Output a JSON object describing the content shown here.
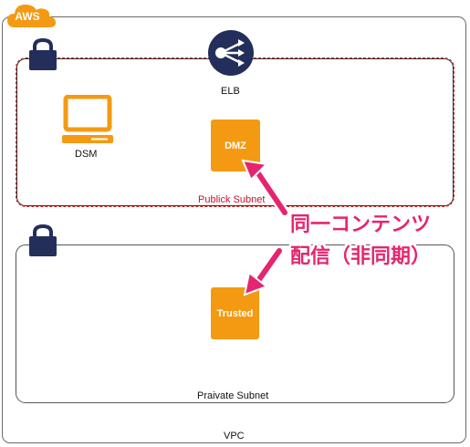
{
  "aws_badge": "AWS",
  "vpc_label": "VPC",
  "elb_label": "ELB",
  "dsm_label": "DSM",
  "dmz_label": "DMZ",
  "trusted_label": "Trusted",
  "public_subnet_label": "Publick Subnet",
  "private_subnet_label": "Praivate Subnet",
  "annotation": {
    "line1": "同一コンテンツ",
    "line2": "配信（非同期）"
  },
  "colors": {
    "aws_orange": "#f39a12",
    "elb_navy": "#232f5a",
    "lock_navy": "#232f5a",
    "annotation_pink": "#e5256f",
    "public_subnet_border": "#e02020"
  },
  "icons": [
    "cloud-icon",
    "lock-icon",
    "elb-icon",
    "monitor-icon",
    "arrow-icon"
  ]
}
